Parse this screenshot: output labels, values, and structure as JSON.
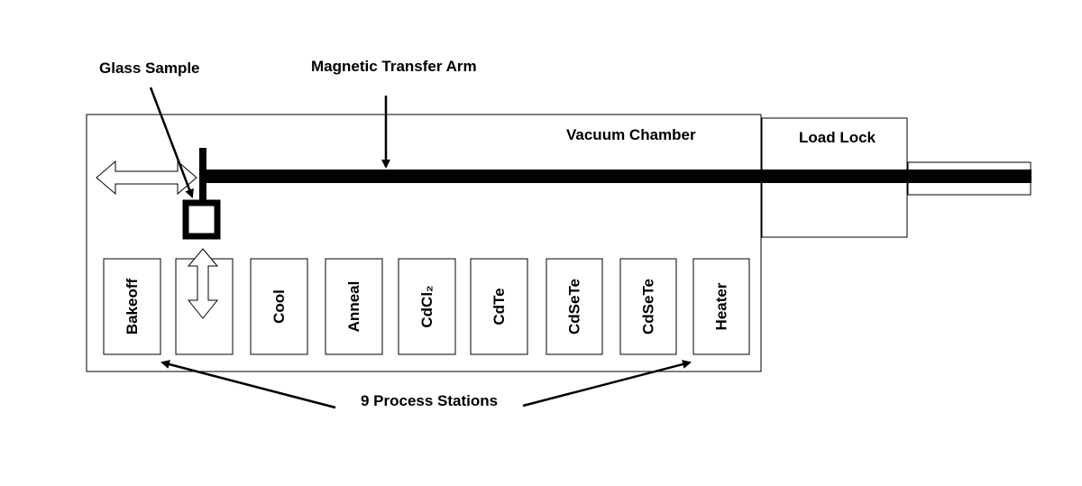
{
  "labels": {
    "glass_sample": "Glass Sample",
    "transfer_arm": "Magnetic Transfer Arm",
    "vacuum_chamber": "Vacuum Chamber",
    "load_lock": "Load Lock",
    "process_stations": "9 Process Stations"
  },
  "stations": [
    {
      "label": "Bakeoff"
    },
    {
      "label": ""
    },
    {
      "label": "Cool"
    },
    {
      "label": "Anneal"
    },
    {
      "label": "CdCl₂"
    },
    {
      "label": "CdTe"
    },
    {
      "label": "CdSeTe"
    },
    {
      "label": "CdSeTe"
    },
    {
      "label": "Heater"
    }
  ],
  "colors": {
    "line": "#000000",
    "background": "#ffffff",
    "arrow_fill": "#ffffff"
  }
}
